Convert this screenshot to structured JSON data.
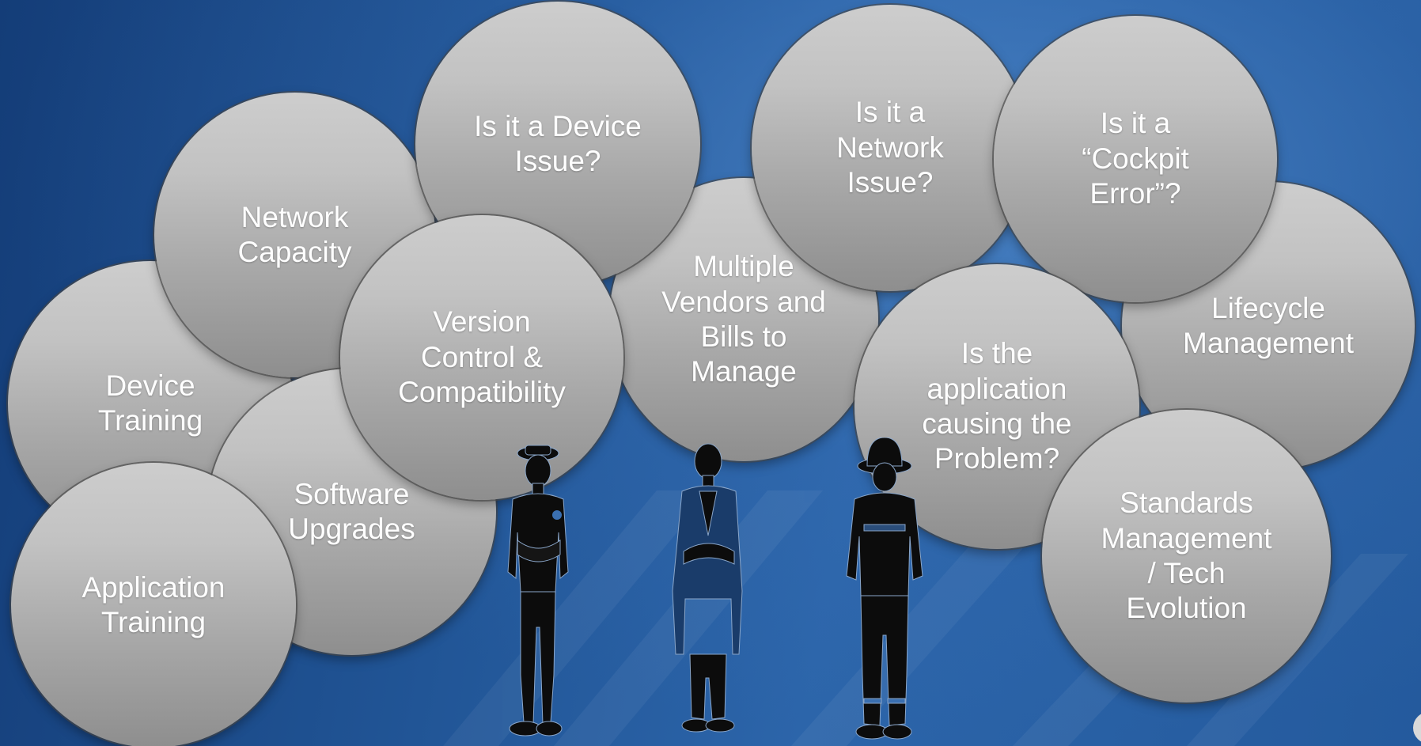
{
  "diagram": {
    "bubbles": [
      {
        "id": "device-training",
        "label": "Device\nTraining"
      },
      {
        "id": "application-training",
        "label": "Application\nTraining"
      },
      {
        "id": "network-capacity",
        "label": "Network\nCapacity"
      },
      {
        "id": "software-upgrades",
        "label": "Software\nUpgrades"
      },
      {
        "id": "device-issue",
        "label": "Is it a Device\nIssue?"
      },
      {
        "id": "version-control",
        "label": "Version\nControl &\nCompatibility"
      },
      {
        "id": "multiple-vendors",
        "label": "Multiple\nVendors and\nBills to\nManage"
      },
      {
        "id": "network-issue",
        "label": "Is it a\nNetwork\nIssue?"
      },
      {
        "id": "cockpit-error",
        "label": "Is it a\n“Cockpit\nError”?"
      },
      {
        "id": "lifecycle-management",
        "label": "Lifecycle\nManagement"
      },
      {
        "id": "application-problem",
        "label": "Is the\napplication\ncausing the\nProblem?"
      },
      {
        "id": "standards-management",
        "label": "Standards\nManagement\n/ Tech\nEvolution"
      }
    ],
    "figures": [
      {
        "id": "police-officer",
        "icon": "police-officer-icon"
      },
      {
        "id": "doctor",
        "icon": "doctor-icon"
      },
      {
        "id": "firefighter",
        "icon": "firefighter-icon"
      }
    ],
    "colors": {
      "background_dark": "#143d78",
      "background_light": "#2c65aa",
      "bubble_top": "#cdcdcd",
      "bubble_bottom": "#8e8e8e",
      "label_text": "#ffffff"
    }
  }
}
